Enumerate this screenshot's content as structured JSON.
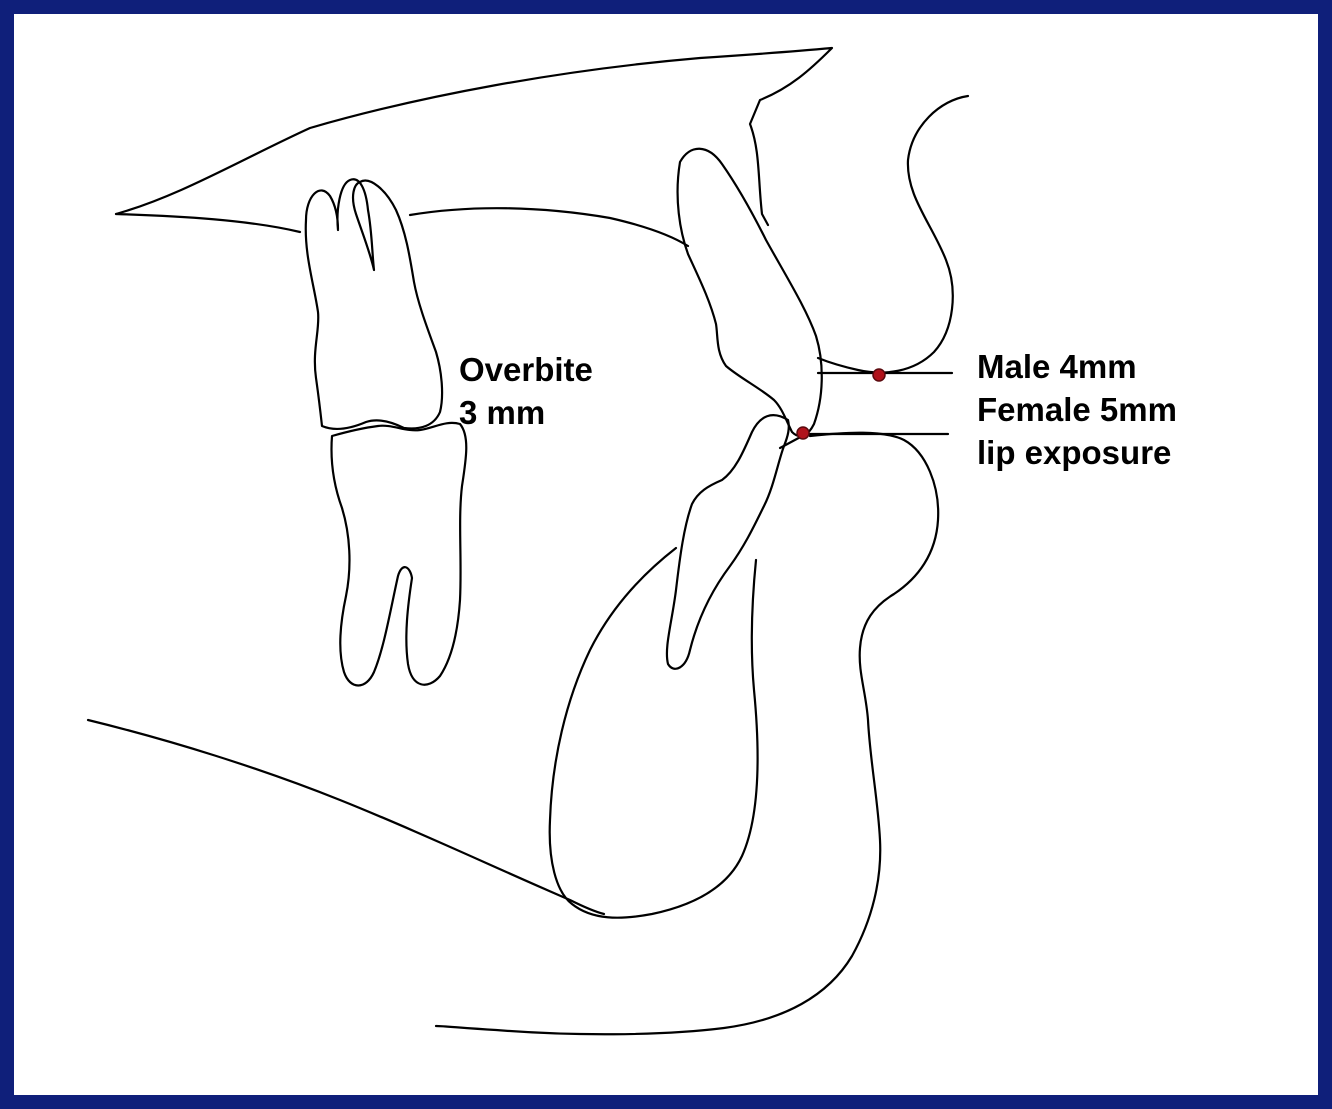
{
  "annotations": {
    "overbite": {
      "line1": "Overbite",
      "line2": "3 mm"
    },
    "lip_exposure": {
      "line1": "Male 4mm",
      "line2": "Female 5mm",
      "line3": "lip exposure"
    }
  },
  "colors": {
    "frame": "#0f1f7a",
    "outline": "#000000",
    "marker": "#b0121b",
    "background": "#ffffff"
  }
}
